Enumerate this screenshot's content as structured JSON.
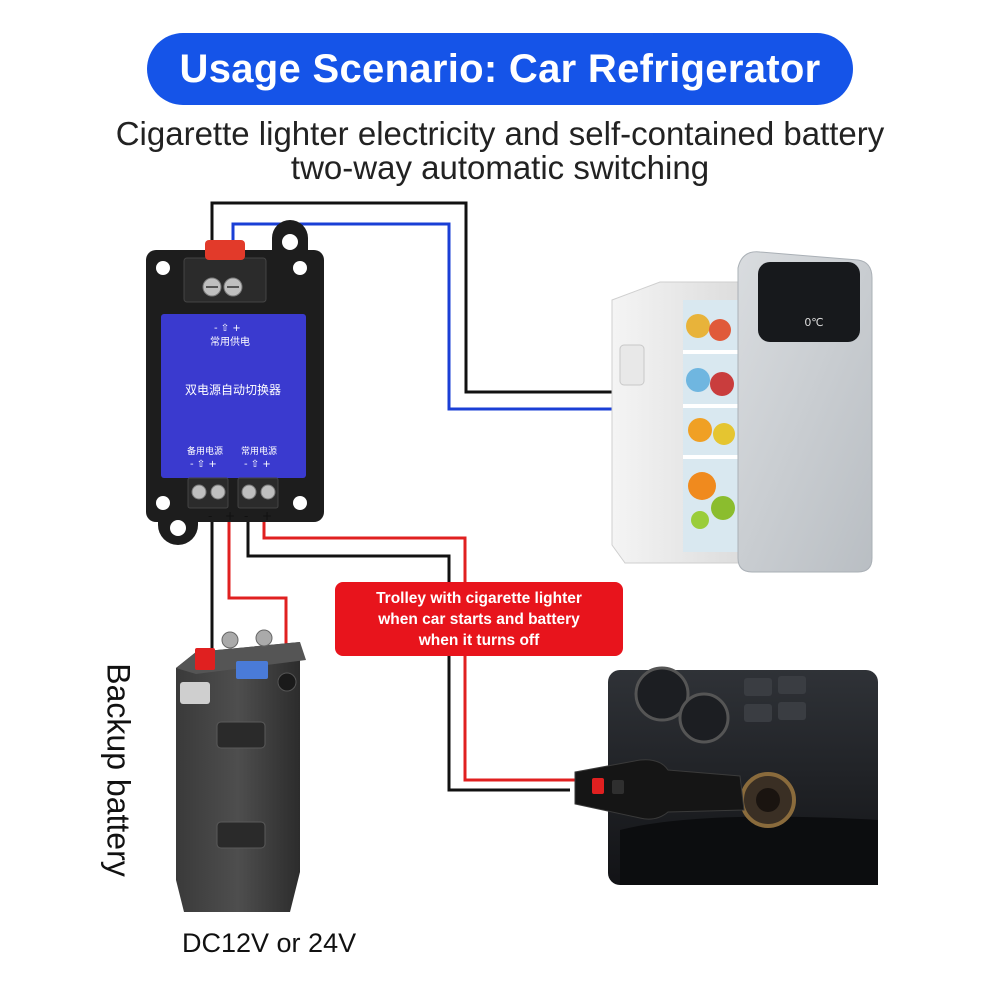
{
  "header": {
    "title": "Usage Scenario: Car Refrigerator",
    "subtitle_line1": "Cigarette lighter electricity and self-contained battery",
    "subtitle_line2": "two-way automatic switching"
  },
  "device": {
    "top_port_label": "- ⇧ +",
    "top_caption": "常用供电",
    "name": "双电源自动切换器",
    "backup_port_caption": "备用电源",
    "main_port_caption": "常用电源",
    "port_symbols": "- ⇧ +",
    "minus": "-",
    "plus": "+"
  },
  "fridge": {
    "display": "0℃"
  },
  "callout": {
    "line1": "Trolley with cigarette lighter",
    "line2": "when car starts and battery",
    "line3": "when it turns off"
  },
  "battery": {
    "side_label": "Backup battery",
    "voltage_label": "DC12V or 24V"
  },
  "colors": {
    "accent_blue": "#1554e8",
    "callout_red": "#e8141c",
    "wire_red": "#e02020",
    "wire_blue": "#1a3fd6",
    "wire_black": "#111111"
  }
}
